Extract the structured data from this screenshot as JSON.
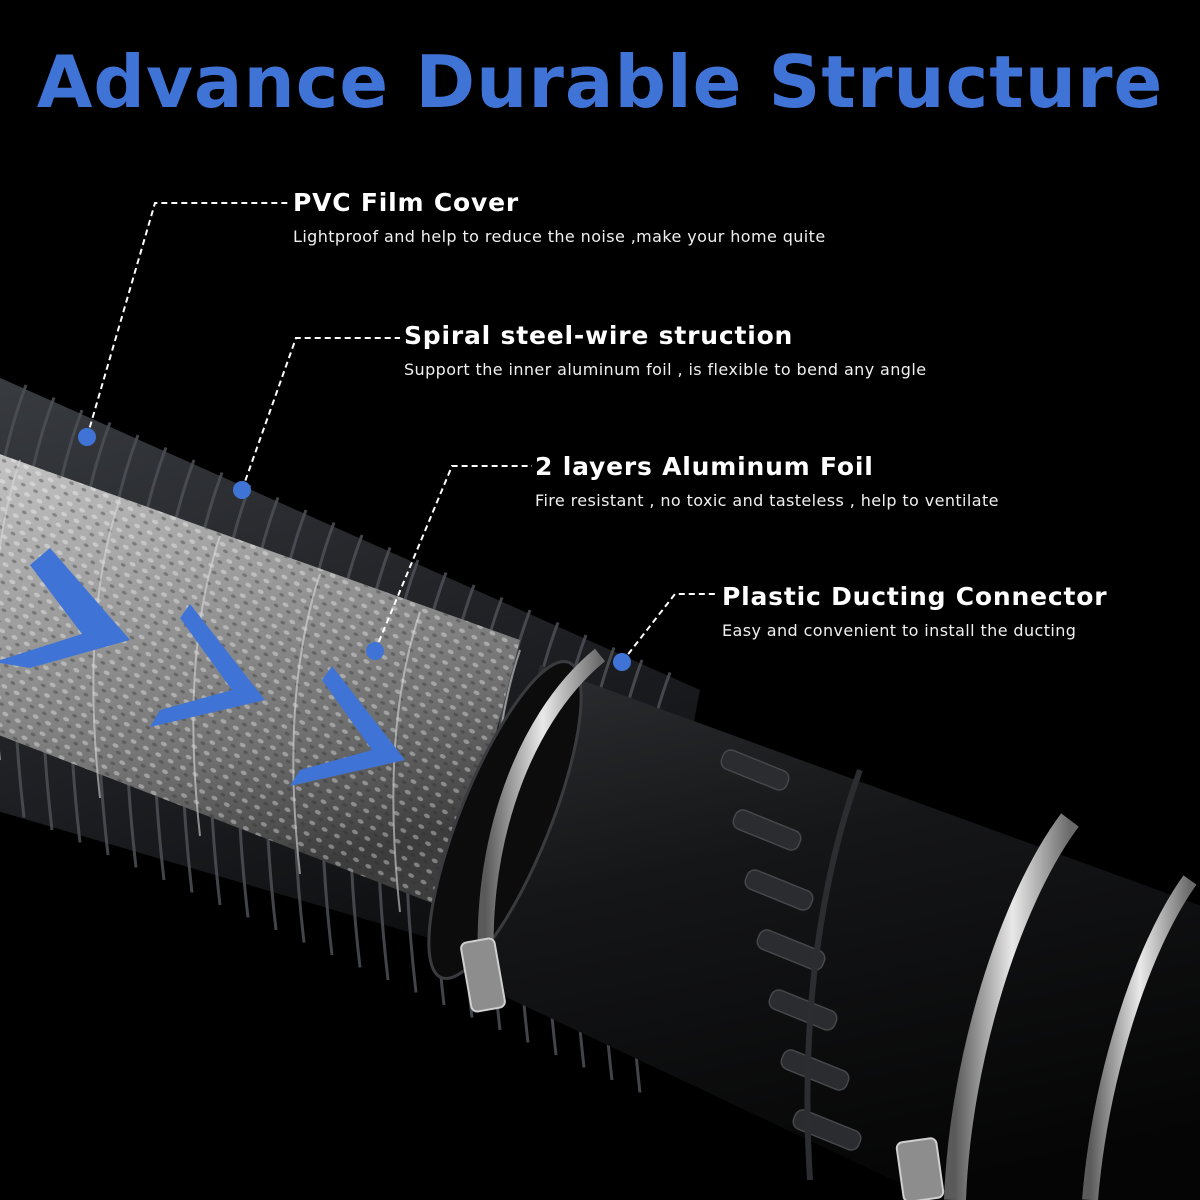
{
  "title": "Advance Durable Structure",
  "accent_color": "#3f74d6",
  "callouts": [
    {
      "heading": "PVC Film Cover",
      "description": "Lightproof and help to reduce the noise ,make your home quite"
    },
    {
      "heading": "Spiral steel-wire struction",
      "description": "Support the inner aluminum foil , is flexible to bend any angle"
    },
    {
      "heading": "2 layers Aluminum Foil",
      "description": "Fire resistant , no toxic and tasteless , help to ventilate"
    },
    {
      "heading": "Plastic Ducting Connector",
      "description": "Easy and convenient to install the ducting"
    }
  ]
}
